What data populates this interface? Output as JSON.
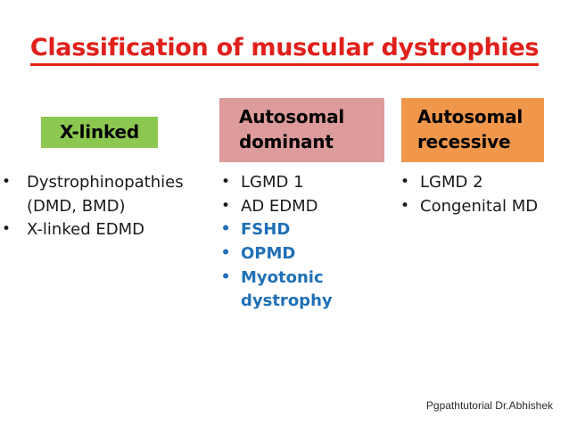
{
  "slide": {
    "title": "Classification of muscular dystrophies",
    "title_color": "#E0201B",
    "background": "#FFFFFF",
    "accent_color": "#1F70B6",
    "footer_credit": "Pgpathtutorial Dr.Abhishek"
  },
  "columns": [
    {
      "id": "xlinked",
      "header": "X-linked",
      "header_bg": "#8CC751",
      "header_lines": [
        "X-linked"
      ],
      "items": [
        {
          "text": "Dystrophinopathies\n(DMD, BMD)",
          "bullet": "•",
          "highlight": false
        },
        {
          "text": "X-linked EDMD",
          "bullet": "•",
          "highlight": false
        }
      ]
    },
    {
      "id": "autosomal-dominant",
      "header": "Autosomal dominant",
      "header_bg": "#DD9B9B",
      "header_lines": [
        "Autosomal",
        "dominant"
      ],
      "items": [
        {
          "text": "LGMD 1",
          "bullet": "•",
          "highlight": false
        },
        {
          "text": "AD EDMD",
          "bullet": "•",
          "highlight": false
        },
        {
          "text": "FSHD",
          "bullet": "•",
          "highlight": true
        },
        {
          "text": "OPMD",
          "bullet": "•",
          "highlight": true
        },
        {
          "text": "Myotonic dystrophy",
          "bullet": "•",
          "highlight": true
        }
      ]
    },
    {
      "id": "autosomal-recessive",
      "header": "Autosomal recessive",
      "header_bg": "#F0974B",
      "header_lines": [
        "Autosomal",
        "recessive"
      ],
      "items": [
        {
          "text": "LGMD 2",
          "bullet": "•",
          "highlight": false
        },
        {
          "text": "Congenital MD",
          "bullet": "•",
          "highlight": false
        }
      ]
    }
  ]
}
